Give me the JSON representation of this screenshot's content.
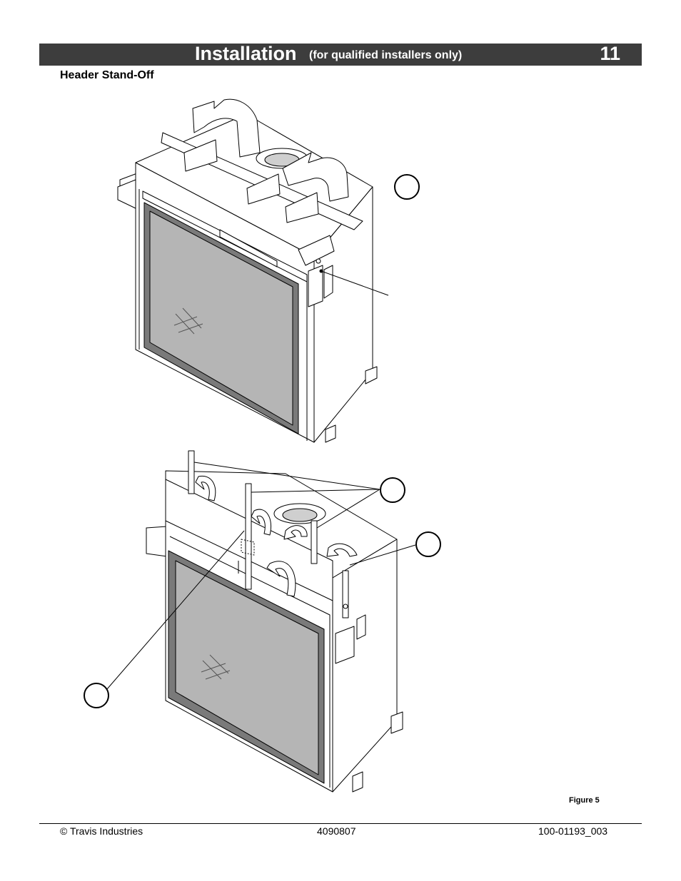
{
  "header": {
    "title": "Installation",
    "subtitle": "(for qualified installers only)",
    "page_number": "11"
  },
  "section": {
    "heading": "Header Stand-Off"
  },
  "figure": {
    "caption": "Figure 5"
  },
  "footer": {
    "copyright": "© Travis Industries",
    "doc_number": "4090807",
    "part_number": "100-01193_003"
  },
  "colors": {
    "header_bar": "#3d3d3d",
    "glass": "#b5b5b5",
    "frame": "#7a7a7a"
  }
}
